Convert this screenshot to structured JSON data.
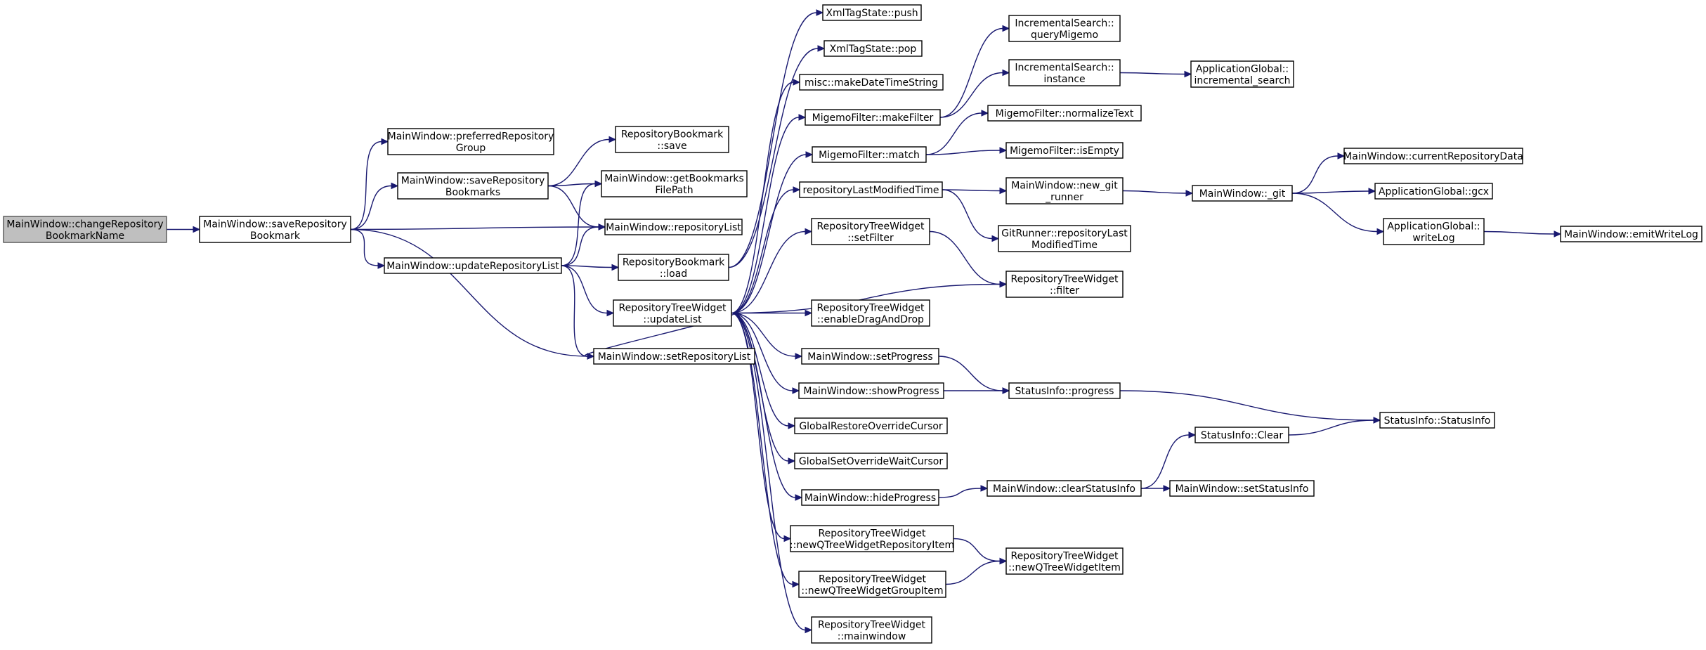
{
  "nodes": [
    {
      "id": "n1",
      "lines": [
        "MainWindow::changeRepository",
        "BookmarkName"
      ],
      "root": true
    },
    {
      "id": "n2",
      "lines": [
        "MainWindow::saveRepository",
        "Bookmark"
      ]
    },
    {
      "id": "n3",
      "lines": [
        "MainWindow::preferredRepository",
        "Group"
      ]
    },
    {
      "id": "n4",
      "lines": [
        "MainWindow::saveRepository",
        "Bookmarks"
      ]
    },
    {
      "id": "n5",
      "lines": [
        "MainWindow::updateRepositoryList"
      ]
    },
    {
      "id": "n6",
      "lines": [
        "MainWindow::setRepositoryList"
      ]
    },
    {
      "id": "n7",
      "lines": [
        "RepositoryBookmark",
        "::save"
      ]
    },
    {
      "id": "n8",
      "lines": [
        "MainWindow::getBookmarks",
        "FilePath"
      ]
    },
    {
      "id": "n9",
      "lines": [
        "MainWindow::repositoryList"
      ]
    },
    {
      "id": "n10",
      "lines": [
        "RepositoryBookmark",
        "::load"
      ]
    },
    {
      "id": "n11",
      "lines": [
        "RepositoryTreeWidget",
        "::updateList"
      ]
    },
    {
      "id": "n12",
      "lines": [
        "XmlTagState::push"
      ]
    },
    {
      "id": "n13",
      "lines": [
        "XmlTagState::pop"
      ]
    },
    {
      "id": "n14",
      "lines": [
        "misc::makeDateTimeString"
      ]
    },
    {
      "id": "n15",
      "lines": [
        "MigemoFilter::makeFilter"
      ]
    },
    {
      "id": "n16",
      "lines": [
        "MigemoFilter::match"
      ]
    },
    {
      "id": "n17",
      "lines": [
        "repositoryLastModifiedTime"
      ]
    },
    {
      "id": "n18",
      "lines": [
        "RepositoryTreeWidget",
        "::setFilter"
      ]
    },
    {
      "id": "n19",
      "lines": [
        "RepositoryTreeWidget",
        "::enableDragAndDrop"
      ]
    },
    {
      "id": "n20",
      "lines": [
        "MainWindow::setProgress"
      ]
    },
    {
      "id": "n21",
      "lines": [
        "MainWindow::showProgress"
      ]
    },
    {
      "id": "n22",
      "lines": [
        "GlobalRestoreOverrideCursor"
      ]
    },
    {
      "id": "n23",
      "lines": [
        "GlobalSetOverrideWaitCursor"
      ]
    },
    {
      "id": "n24",
      "lines": [
        "MainWindow::hideProgress"
      ]
    },
    {
      "id": "n25",
      "lines": [
        "RepositoryTreeWidget",
        "::newQTreeWidgetRepositoryItem"
      ]
    },
    {
      "id": "n26",
      "lines": [
        "RepositoryTreeWidget",
        "::newQTreeWidgetGroupItem"
      ]
    },
    {
      "id": "n27",
      "lines": [
        "RepositoryTreeWidget",
        "::mainwindow"
      ]
    },
    {
      "id": "n28",
      "lines": [
        "IncrementalSearch::",
        "queryMigemo"
      ]
    },
    {
      "id": "n29",
      "lines": [
        "IncrementalSearch::",
        "instance"
      ]
    },
    {
      "id": "n30",
      "lines": [
        "MigemoFilter::normalizeText"
      ]
    },
    {
      "id": "n31",
      "lines": [
        "MigemoFilter::isEmpty"
      ]
    },
    {
      "id": "n32",
      "lines": [
        "MainWindow::new_git",
        "_runner"
      ]
    },
    {
      "id": "n33",
      "lines": [
        "GitRunner::repositoryLast",
        "ModifiedTime"
      ]
    },
    {
      "id": "n34",
      "lines": [
        "RepositoryTreeWidget",
        "::filter"
      ]
    },
    {
      "id": "n35",
      "lines": [
        "StatusInfo::progress"
      ]
    },
    {
      "id": "n36",
      "lines": [
        "MainWindow::clearStatusInfo"
      ]
    },
    {
      "id": "n37",
      "lines": [
        "RepositoryTreeWidget",
        "::newQTreeWidgetItem"
      ]
    },
    {
      "id": "n38",
      "lines": [
        "ApplicationGlobal::",
        "incremental_search"
      ]
    },
    {
      "id": "n39",
      "lines": [
        "MainWindow::_git"
      ]
    },
    {
      "id": "n40",
      "lines": [
        "StatusInfo::Clear"
      ]
    },
    {
      "id": "n41",
      "lines": [
        "MainWindow::setStatusInfo"
      ]
    },
    {
      "id": "n42",
      "lines": [
        "MainWindow::currentRepositoryData"
      ]
    },
    {
      "id": "n43",
      "lines": [
        "ApplicationGlobal::gcx"
      ]
    },
    {
      "id": "n44",
      "lines": [
        "ApplicationGlobal::",
        "writeLog"
      ]
    },
    {
      "id": "n45",
      "lines": [
        "StatusInfo::StatusInfo"
      ]
    },
    {
      "id": "n46",
      "lines": [
        "MainWindow::emitWriteLog"
      ]
    }
  ],
  "edges": [
    {
      "from": "n1",
      "to": "n2"
    },
    {
      "from": "n2",
      "to": "n3"
    },
    {
      "from": "n2",
      "to": "n4"
    },
    {
      "from": "n2",
      "to": "n9"
    },
    {
      "from": "n2",
      "to": "n5"
    },
    {
      "from": "n2",
      "to": "n6"
    },
    {
      "from": "n4",
      "to": "n7"
    },
    {
      "from": "n4",
      "to": "n8"
    },
    {
      "from": "n4",
      "to": "n9"
    },
    {
      "from": "n5",
      "to": "n8"
    },
    {
      "from": "n5",
      "to": "n9"
    },
    {
      "from": "n5",
      "to": "n10"
    },
    {
      "from": "n5",
      "to": "n11"
    },
    {
      "from": "n5",
      "to": "n6"
    },
    {
      "from": "n10",
      "to": "n12"
    },
    {
      "from": "n10",
      "to": "n13"
    },
    {
      "from": "n11",
      "to": "n6"
    },
    {
      "from": "n11",
      "to": "n14"
    },
    {
      "from": "n11",
      "to": "n15"
    },
    {
      "from": "n11",
      "to": "n16"
    },
    {
      "from": "n11",
      "to": "n17"
    },
    {
      "from": "n11",
      "to": "n18"
    },
    {
      "from": "n11",
      "to": "n34"
    },
    {
      "from": "n11",
      "to": "n19"
    },
    {
      "from": "n11",
      "to": "n20"
    },
    {
      "from": "n11",
      "to": "n21"
    },
    {
      "from": "n11",
      "to": "n22"
    },
    {
      "from": "n11",
      "to": "n23"
    },
    {
      "from": "n11",
      "to": "n24"
    },
    {
      "from": "n11",
      "to": "n25"
    },
    {
      "from": "n11",
      "to": "n26"
    },
    {
      "from": "n11",
      "to": "n27"
    },
    {
      "from": "n15",
      "to": "n28"
    },
    {
      "from": "n15",
      "to": "n29"
    },
    {
      "from": "n29",
      "to": "n38"
    },
    {
      "from": "n16",
      "to": "n30"
    },
    {
      "from": "n16",
      "to": "n31"
    },
    {
      "from": "n17",
      "to": "n32"
    },
    {
      "from": "n17",
      "to": "n33"
    },
    {
      "from": "n32",
      "to": "n39"
    },
    {
      "from": "n39",
      "to": "n42"
    },
    {
      "from": "n39",
      "to": "n43"
    },
    {
      "from": "n39",
      "to": "n44"
    },
    {
      "from": "n44",
      "to": "n46"
    },
    {
      "from": "n18",
      "to": "n34"
    },
    {
      "from": "n20",
      "to": "n35"
    },
    {
      "from": "n21",
      "to": "n35"
    },
    {
      "from": "n35",
      "to": "n45"
    },
    {
      "from": "n24",
      "to": "n36"
    },
    {
      "from": "n36",
      "to": "n40"
    },
    {
      "from": "n36",
      "to": "n41"
    },
    {
      "from": "n40",
      "to": "n45"
    },
    {
      "from": "n25",
      "to": "n37"
    },
    {
      "from": "n26",
      "to": "n37"
    }
  ]
}
